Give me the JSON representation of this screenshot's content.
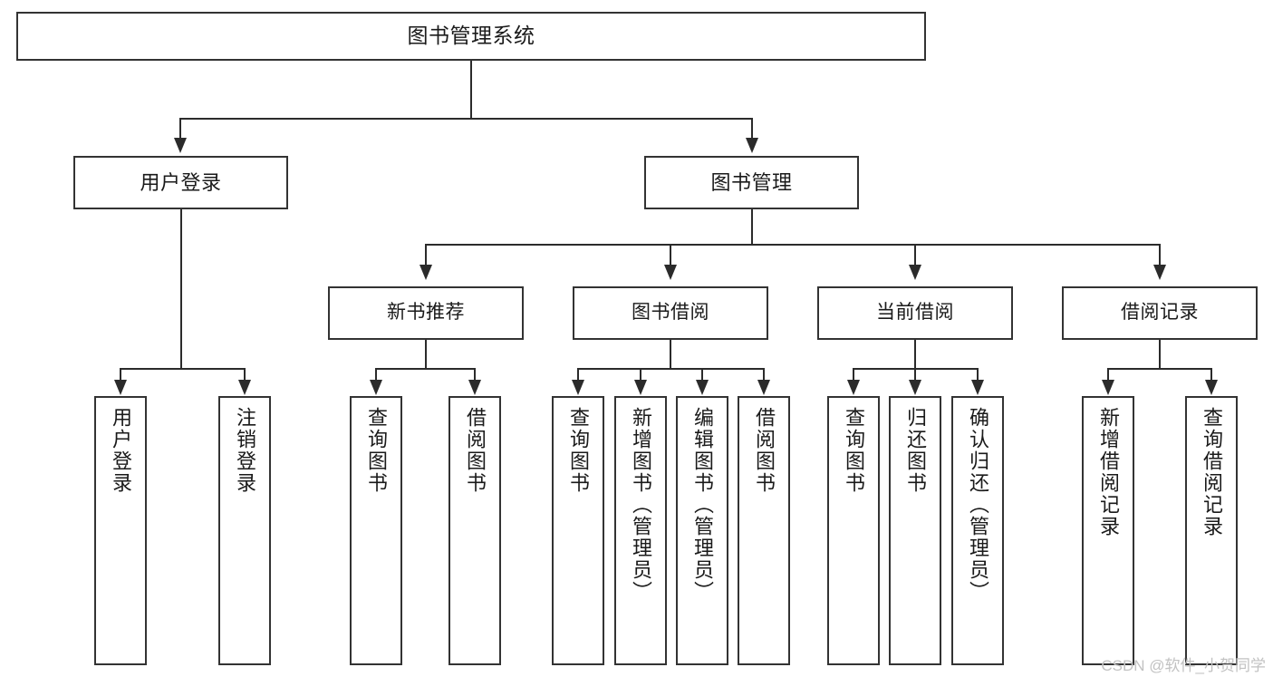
{
  "diagram": {
    "title": "图书管理系统",
    "type": "tree-hierarchy-diagram",
    "colors": {
      "box_border": "#333333",
      "box_fill": "#ffffff",
      "connector": "#2b2b2b",
      "text": "#1a1a1a",
      "watermark": "#c2c2c2",
      "background": "#ffffff"
    }
  },
  "root": {
    "label": "图书管理系统"
  },
  "level2": [
    {
      "label": "用户登录"
    },
    {
      "label": "图书管理"
    }
  ],
  "level3": [
    {
      "label": "新书推荐"
    },
    {
      "label": "图书借阅"
    },
    {
      "label": "当前借阅"
    },
    {
      "label": "借阅记录"
    }
  ],
  "leaves": {
    "user_login": [
      {
        "label": "用户登录"
      },
      {
        "label": "注销登录"
      }
    ],
    "new_book_recommend": [
      {
        "label": "查询图书"
      },
      {
        "label": "借阅图书"
      }
    ],
    "book_borrow": [
      {
        "label": "查询图书"
      },
      {
        "label": "新增图书（管理员）"
      },
      {
        "label": "编辑图书（管理员）"
      },
      {
        "label": "借阅图书"
      }
    ],
    "current_borrow": [
      {
        "label": "查询图书"
      },
      {
        "label": "归还图书"
      },
      {
        "label": "确认归还（管理员）"
      }
    ],
    "borrow_record": [
      {
        "label": "新增借阅记录"
      },
      {
        "label": "查询借阅记录"
      }
    ]
  },
  "watermark": {
    "text": "CSDN @软件_小贺同学"
  }
}
